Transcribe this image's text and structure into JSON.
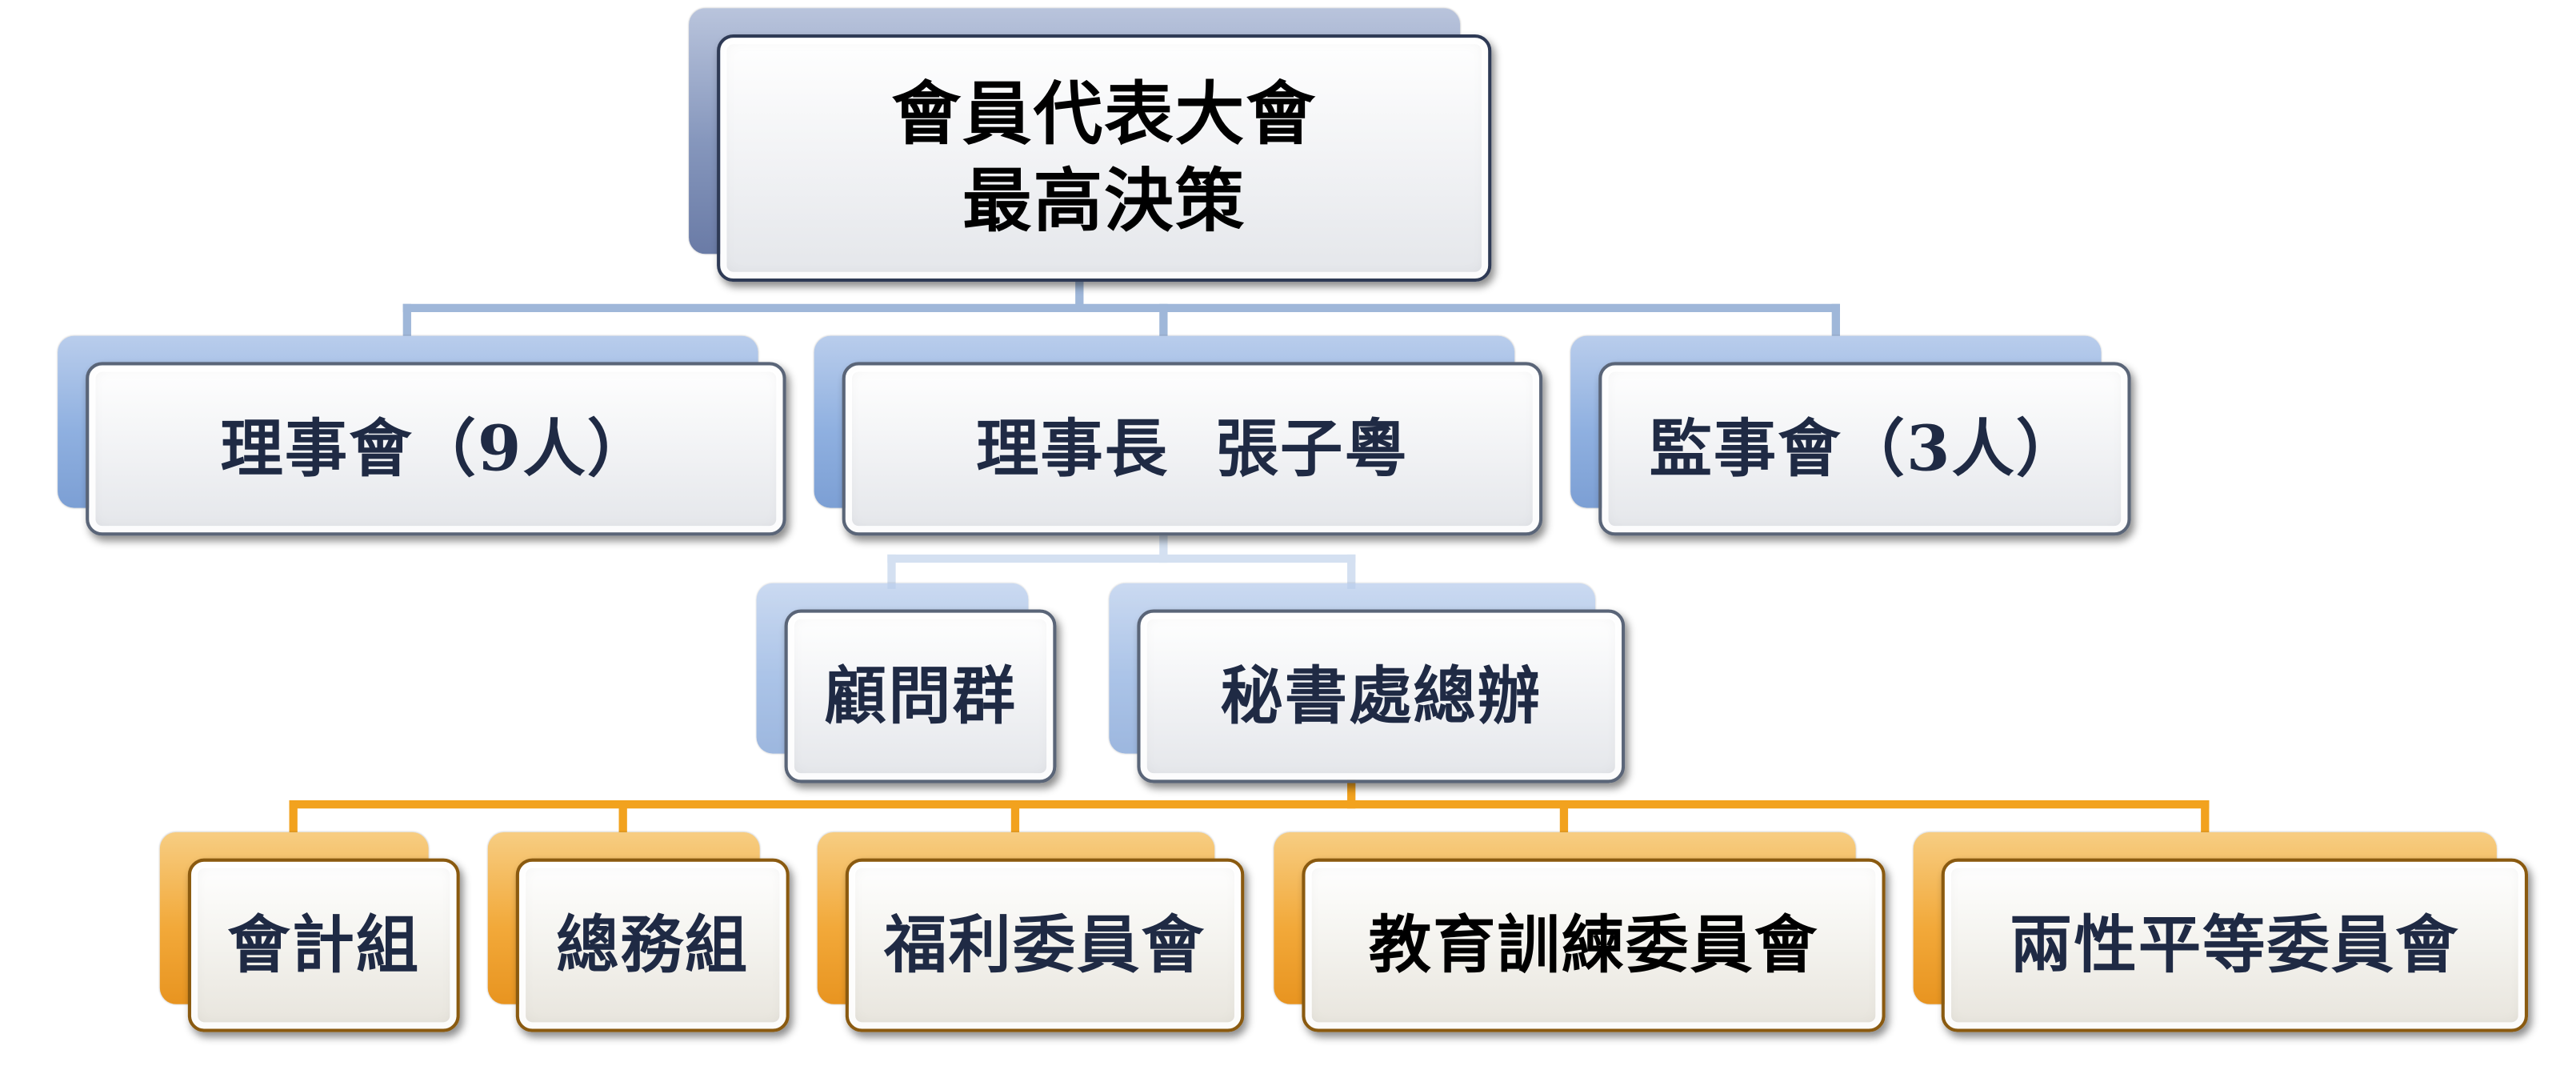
{
  "top": {
    "line1": "會員代表大會",
    "line2": "最高決策"
  },
  "level2": [
    {
      "label": "理事會（9人）"
    },
    {
      "label": "理事長  張子粵"
    },
    {
      "label": "監事會（3人）"
    }
  ],
  "level3": [
    {
      "label": "顧問群"
    },
    {
      "label": "秘書處總辦"
    }
  ],
  "level4": [
    {
      "label": "會計組"
    },
    {
      "label": "總務組"
    },
    {
      "label": "福利委員會"
    },
    {
      "label": "教育訓練委員會"
    },
    {
      "label": "兩性平等委員會"
    }
  ],
  "colors": {
    "blue_connector": "#9fb7d9",
    "orange_connector": "#f2a21e",
    "text": "#1f2a44"
  }
}
